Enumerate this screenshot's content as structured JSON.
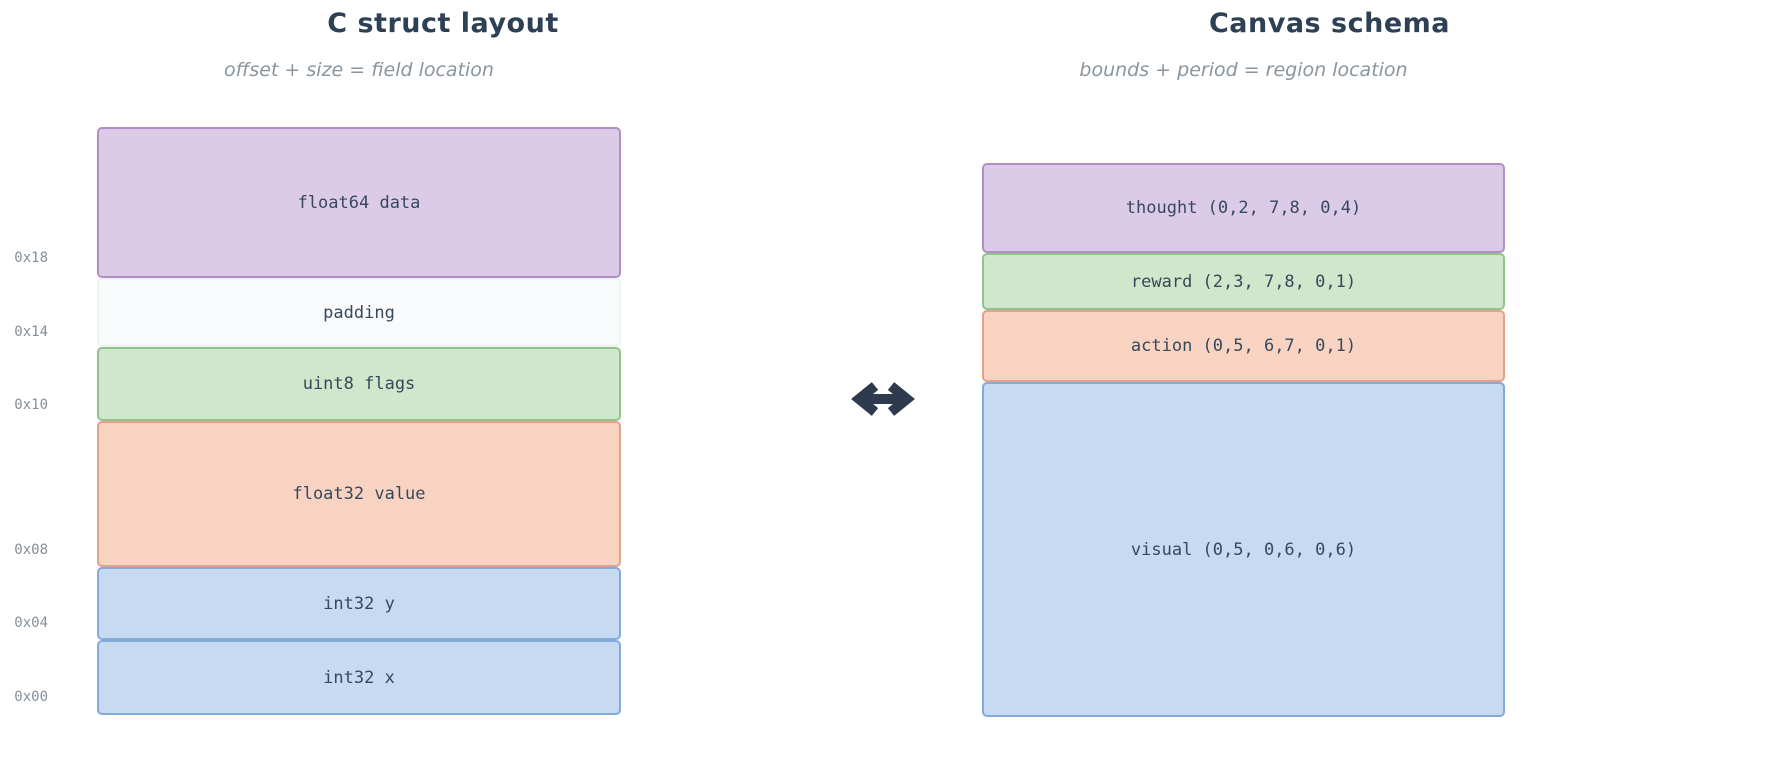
{
  "left_panel": {
    "title": "C struct layout",
    "subtitle": "offset + size = field location",
    "blocks": [
      {
        "label": "float64 data",
        "color_name": "purple"
      },
      {
        "label": "padding",
        "color_name": "neutral"
      },
      {
        "label": "uint8 flags",
        "color_name": "green"
      },
      {
        "label": "float32 value",
        "color_name": "orange"
      },
      {
        "label": "int32 y",
        "color_name": "blue"
      },
      {
        "label": "int32 x",
        "color_name": "blue"
      }
    ],
    "offset_labels": [
      "0x18",
      "0x14",
      "0x10",
      "0x08",
      "0x04",
      "0x00"
    ]
  },
  "right_panel": {
    "title": "Canvas schema",
    "subtitle": "bounds + period = region location",
    "blocks": [
      {
        "label": "thought (0,2, 7,8, 0,4)",
        "color_name": "purple"
      },
      {
        "label": "reward (2,3, 7,8, 0,1)",
        "color_name": "green"
      },
      {
        "label": "action (0,5, 6,7, 0,1)",
        "color_name": "orange"
      },
      {
        "label": "visual (0,5, 0,6, 0,6)",
        "color_name": "blue"
      }
    ]
  },
  "center": {
    "arrow_icon": "left-right-arrow"
  },
  "colors": {
    "title_text": "#2e4053",
    "subtitle_text": "#8a959e",
    "block_text": "#36495c",
    "offset_text": "#848f99",
    "arrow": "#2e3a4d",
    "purple_fill": "#dccae9",
    "purple_border": "#b18fc6",
    "neutral_fill": "#f8fafb",
    "green_fill": "#cfe7ca",
    "green_border": "#93c28c",
    "orange_fill": "#f9d3c2",
    "orange_border": "#e2a189",
    "blue_fill": "#c6daf1",
    "blue_border": "#83aad9"
  }
}
